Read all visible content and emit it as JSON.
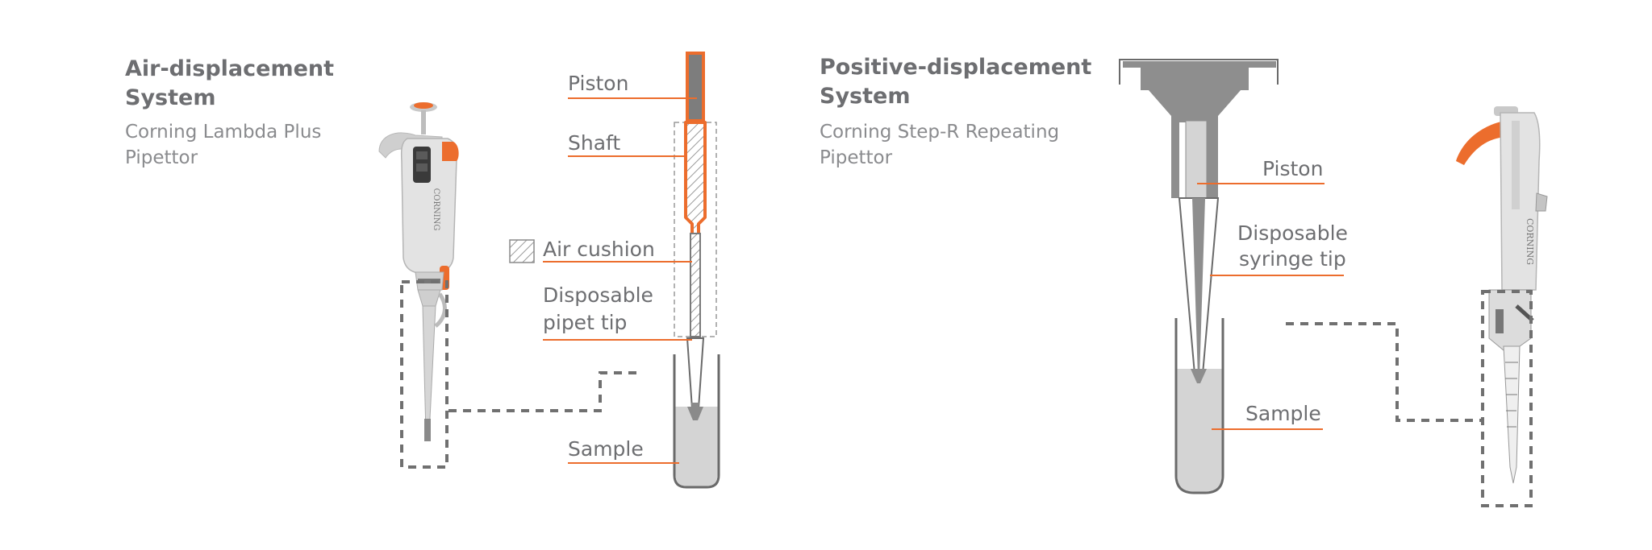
{
  "left_panel": {
    "title_line1": "Air-displacement",
    "title_line2": "System",
    "subtitle_line1": "Corning Lambda Plus",
    "subtitle_line2": "Pipettor",
    "labels": {
      "piston": "Piston",
      "shaft": "Shaft",
      "air_cushion": "Air cushion",
      "tip_line1": "Disposable",
      "tip_line2": "pipet tip",
      "sample": "Sample"
    },
    "pipettor_logo": "CORNING"
  },
  "right_panel": {
    "title_line1": "Positive-displacement",
    "title_line2": "System",
    "subtitle_line1": "Corning Step-R Repeating",
    "subtitle_line2": "Pipettor",
    "labels": {
      "piston": "Piston",
      "tip_line1": "Disposable",
      "tip_line2": "syringe tip",
      "sample": "Sample"
    },
    "pipettor_logo": "CORNING"
  },
  "colors": {
    "accent": "#ec6d2d",
    "text": "#6d6e71",
    "gray_dark": "#8e8e8e",
    "gray_light": "#d4d4d4",
    "dashed": "#707070"
  }
}
